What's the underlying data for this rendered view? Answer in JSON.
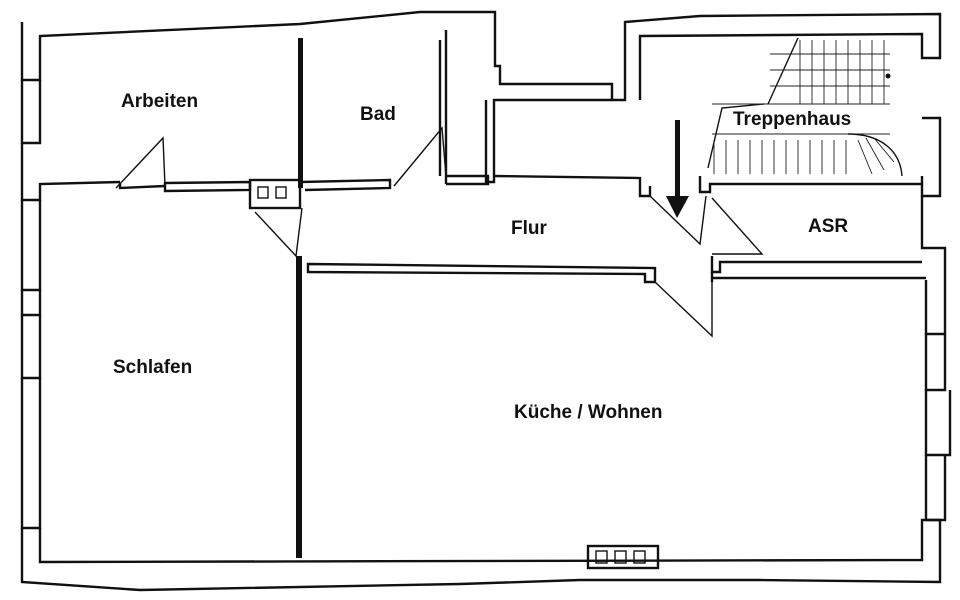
{
  "plan": {
    "rooms": {
      "arbeiten": "Arbeiten",
      "bad": "Bad",
      "treppenhaus": "Treppenhaus",
      "flur": "Flur",
      "asr": "ASR",
      "schlafen": "Schlafen",
      "kueche_wohnen": "Küche / Wohnen"
    },
    "entrance_marker": "arrow-down-icon",
    "colors": {
      "line": "#111111",
      "background": "#ffffff"
    }
  }
}
